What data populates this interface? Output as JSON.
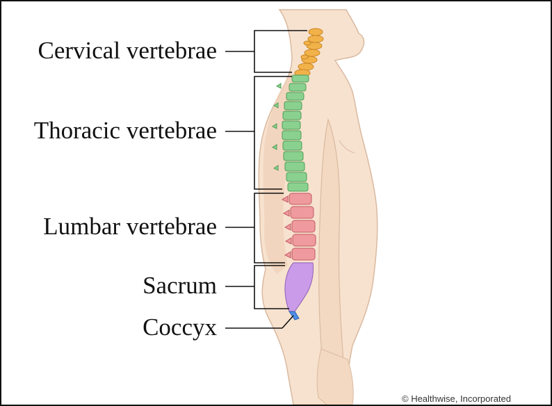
{
  "labels": {
    "cervical": "Cervical vertebrae",
    "thoracic": "Thoracic vertebrae",
    "lumbar": "Lumbar vertebrae",
    "sacrum": "Sacrum",
    "coccyx": "Coccyx"
  },
  "credit": "© Healthwise, Incorporated",
  "colors": {
    "skin": "#f7e2cf",
    "skin_outline": "#d9b9a0",
    "cervical": "#f2b24a",
    "thoracic": "#8ad18f",
    "lumbar": "#ef9a9e",
    "sacrum": "#c99be8",
    "coccyx": "#4d8ee6"
  }
}
